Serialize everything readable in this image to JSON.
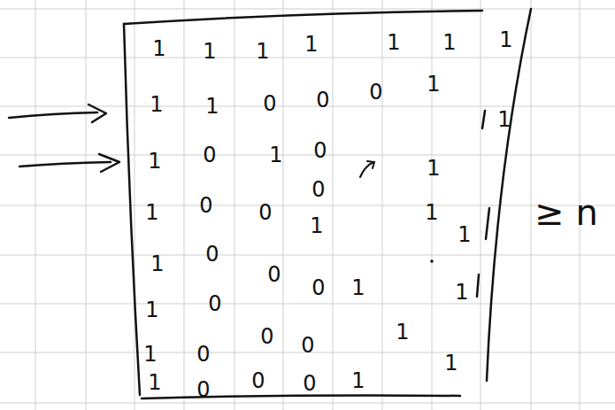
{
  "diagram": {
    "labels": [
      "1",
      "1",
      "1",
      "1",
      "1",
      "1",
      "1",
      "1",
      "1",
      "0",
      "0",
      "0",
      "1",
      "1",
      "1",
      "0",
      "1",
      "0",
      "1",
      "1",
      "0",
      "0",
      "0",
      "1",
      "1",
      "1",
      "1",
      "0",
      "0",
      "0",
      "1",
      "1",
      "1",
      "0",
      "1",
      "1",
      "0",
      "0",
      "0",
      "1",
      "0",
      "0",
      "0",
      "1",
      "1",
      "≥ n"
    ]
  }
}
